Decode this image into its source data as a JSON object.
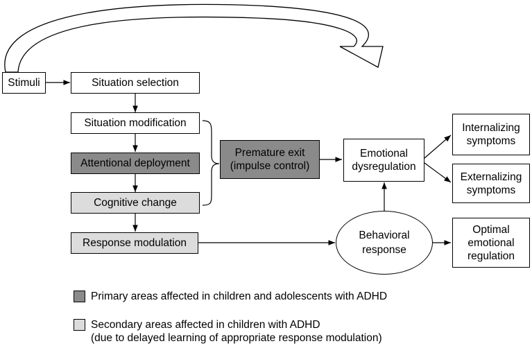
{
  "nodes": {
    "stimuli": "Stimuli",
    "situation_selection": "Situation selection",
    "situation_modification": "Situation modification",
    "attentional_deployment": "Attentional deployment",
    "cognitive_change": "Cognitive change",
    "response_modulation": "Response modulation",
    "premature_exit": "Premature exit\n(impulse control)",
    "emotional_dysregulation": "Emotional\ndysregulation",
    "internalizing_symptoms": "Internalizing\nsymptoms",
    "externalizing_symptoms": "Externalizing\nsymptoms",
    "behavioral_response": "Behavioral\nresponse",
    "optimal_emotional_regulation": "Optimal\nemotional\nregulation"
  },
  "legend": {
    "primary": "Primary areas affected in children and adolescents with ADHD",
    "secondary": "Secondary areas affected in children with ADHD\n(due to delayed learning of appropriate response modulation)"
  },
  "colors": {
    "primary_fill": "#8a8a8a",
    "secondary_fill": "#dcdcdc",
    "line": "#000000"
  }
}
